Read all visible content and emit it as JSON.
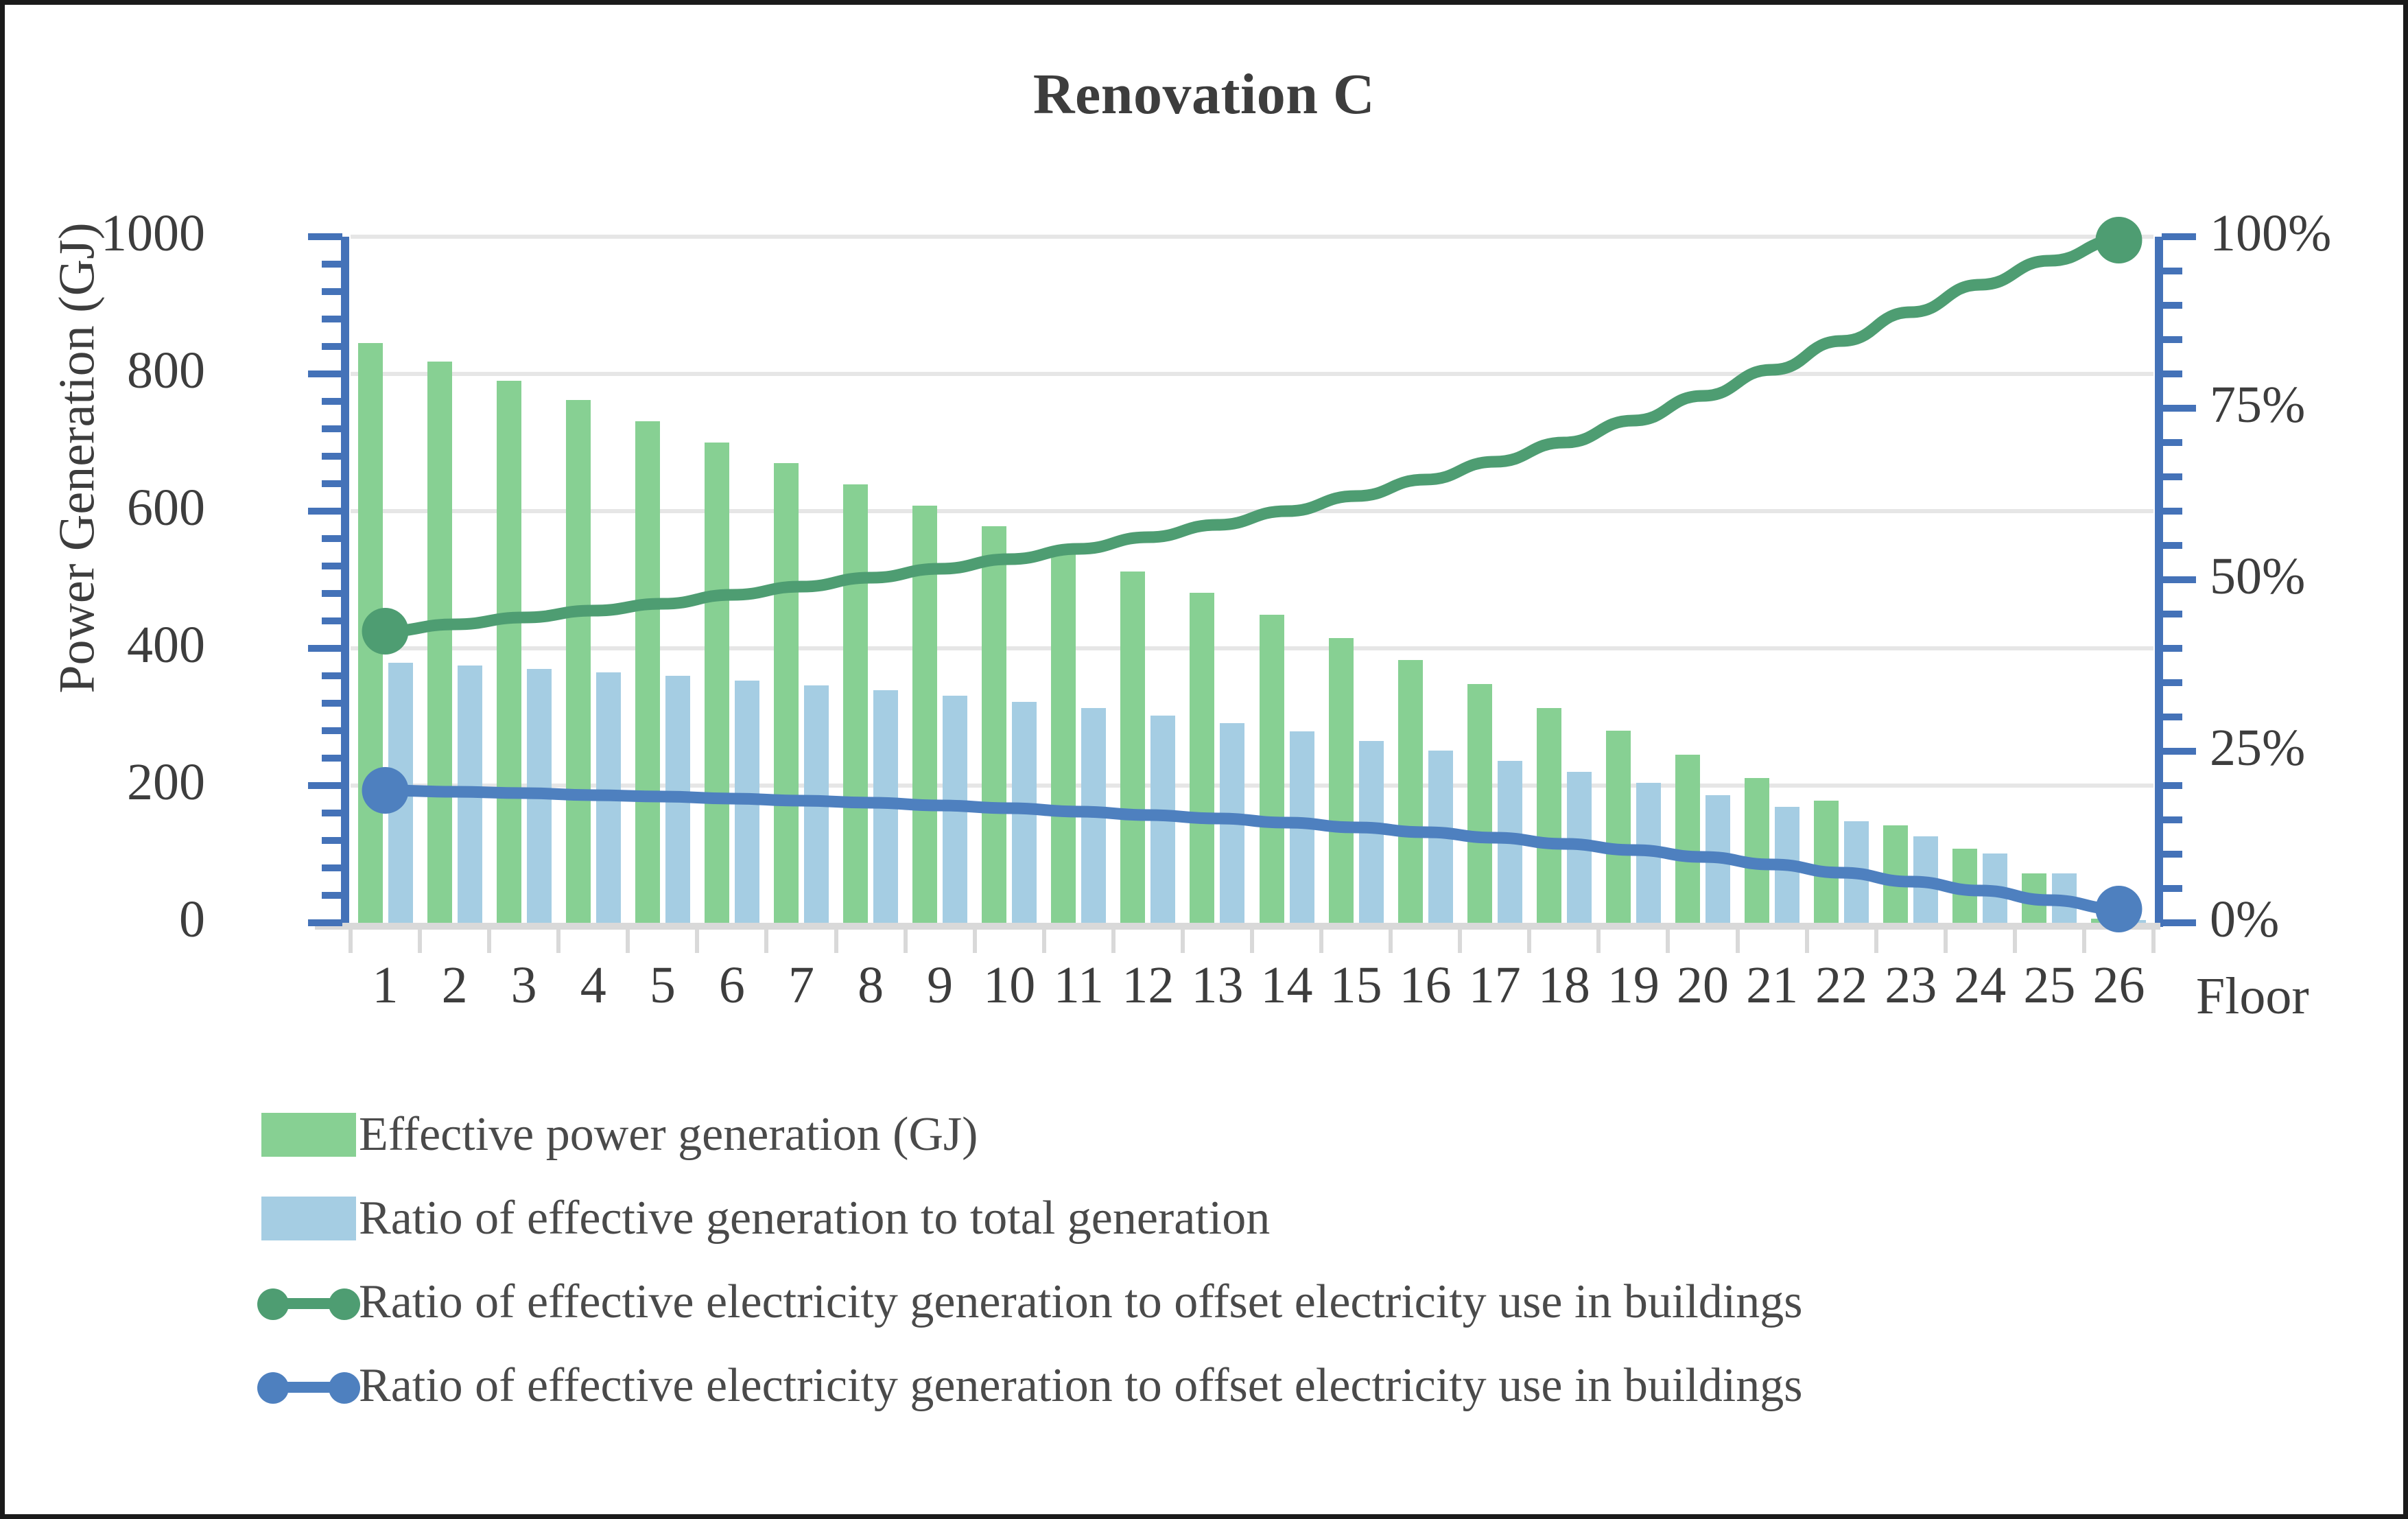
{
  "chart_data": {
    "type": "bar",
    "title": "Renovation C",
    "xlabel": "Floor",
    "ylabel": "Power Generation (GJ)",
    "y2label": "",
    "ylim": [
      0,
      1000
    ],
    "y2lim": [
      0,
      1.0
    ],
    "yticks": [
      "0",
      "200",
      "400",
      "600",
      "800",
      "1000"
    ],
    "ytick_values": [
      0,
      200,
      400,
      600,
      800,
      1000
    ],
    "y2ticks": [
      "0%",
      "25%",
      "50%",
      "75%",
      "100%"
    ],
    "y2tick_values": [
      0,
      25,
      50,
      75,
      100
    ],
    "grid": true,
    "legend_position": "bottom-left",
    "categories": [
      "1",
      "2",
      "3",
      "4",
      "5",
      "6",
      "7",
      "8",
      "9",
      "10",
      "11",
      "12",
      "13",
      "14",
      "15",
      "16",
      "17",
      "18",
      "19",
      "20",
      "21",
      "22",
      "23",
      "24",
      "25",
      "26"
    ],
    "series": [
      {
        "name": "Effective power generation (GJ)",
        "type": "bar",
        "axis": "left",
        "color": "#87d093",
        "values": [
          845,
          818,
          790,
          762,
          731,
          700,
          670,
          639,
          608,
          578,
          545,
          512,
          481,
          449,
          415,
          383,
          348,
          313,
          280,
          245,
          211,
          178,
          142,
          108,
          72,
          6
        ]
      },
      {
        "name": "Ratio of effective generation to total generation",
        "type": "bar",
        "axis": "left",
        "color": "#a5cde3",
        "values": [
          379,
          375,
          370,
          365,
          360,
          353,
          346,
          339,
          331,
          322,
          313,
          302,
          291,
          279,
          265,
          251,
          236,
          220,
          204,
          186,
          169,
          148,
          126,
          101,
          72,
          4
        ]
      },
      {
        "name": "Ratio of effective electricity generation to offset electricity use in buildings",
        "type": "line",
        "axis": "right",
        "color": "#4e9d72",
        "values": [
          42.5,
          43.5,
          44.5,
          45.5,
          46.5,
          47.8,
          49.0,
          50.3,
          51.6,
          53.0,
          54.5,
          56.2,
          58.0,
          60.0,
          62.2,
          64.6,
          67.2,
          70.0,
          73.2,
          76.8,
          80.6,
          84.8,
          89.0,
          93.0,
          96.5,
          99.5
        ]
      },
      {
        "name": "Ratio of effective electricity generation to offset electricity use in buildings",
        "type": "line",
        "axis": "right",
        "color": "#4e80bf",
        "values": [
          19.3,
          19.1,
          18.9,
          18.6,
          18.4,
          18.1,
          17.8,
          17.5,
          17.1,
          16.7,
          16.2,
          15.7,
          15.2,
          14.6,
          13.9,
          13.2,
          12.4,
          11.5,
          10.6,
          9.6,
          8.5,
          7.3,
          6.0,
          4.7,
          3.3,
          2.0
        ]
      }
    ],
    "markers": {
      "green_line_endpoints": [
        42.5,
        99.5
      ],
      "blue_line_endpoints": [
        19.3,
        2.0
      ]
    }
  },
  "legend": [
    {
      "label": "Effective power generation (GJ)",
      "marker": "square",
      "color": "#87d093"
    },
    {
      "label": "Ratio of effective generation to total generation",
      "marker": "square",
      "color": "#a5cde3"
    },
    {
      "label": "Ratio of effective electricity generation to offset electricity use in buildings",
      "marker": "line-dot",
      "color": "#4e9d72"
    },
    {
      "label": "Ratio of effective electricity generation to offset electricity use in buildings",
      "marker": "line-dot",
      "color": "#4e80bf"
    }
  ],
  "colors": {
    "axis_blue": "#4472b8",
    "grid_gray": "#e6e6e6",
    "text_gray": "#3d3d3d",
    "bar_green": "#87d093",
    "bar_blue": "#a5cde3",
    "line_green": "#4e9d72",
    "line_blue": "#4e80bf",
    "frame": "#1a1a1a"
  }
}
